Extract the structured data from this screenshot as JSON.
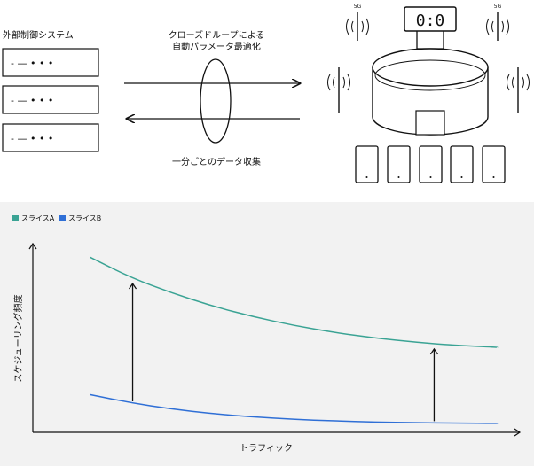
{
  "top_diagram": {
    "external_system_label": "外部制御システム",
    "rack_rows": [
      "- — • • •",
      "- — • • •",
      "- — • • •"
    ],
    "closed_loop_label_line1": "クローズドループによる",
    "closed_loop_label_line2": "自動パラメータ最適化",
    "data_collection_label": "一分ごとのデータ収集",
    "scoreboard_text": "0:0",
    "antenna_label_left": "5G",
    "antenna_label_right": "5G",
    "device_count": 5
  },
  "chart_data": {
    "type": "line",
    "xlabel": "トラフィック",
    "ylabel": "スケジューリング頻度",
    "legend_placement": "top-left",
    "grid": false,
    "x": [
      0,
      1,
      2,
      3,
      4,
      5,
      6,
      7,
      8,
      9,
      10
    ],
    "series": [
      {
        "name": "スライスA",
        "color": "#3aa394",
        "values": [
          8.6,
          7.6,
          6.85,
          6.2,
          5.68,
          5.25,
          4.9,
          4.63,
          4.42,
          4.27,
          4.17
        ]
      },
      {
        "name": "スライスB",
        "color": "#2f6fd6",
        "values": [
          1.85,
          1.45,
          1.15,
          0.92,
          0.76,
          0.64,
          0.56,
          0.5,
          0.47,
          0.45,
          0.44
        ]
      }
    ],
    "annotations": [
      {
        "type": "arrow",
        "x": 1.05,
        "from_series": "スライスB",
        "to_series": "スライスA"
      },
      {
        "type": "arrow",
        "x": 8.45,
        "from_series": "スライスB",
        "to_series": "スライスA"
      }
    ],
    "ylim": [
      0,
      10
    ],
    "xlim": [
      -1.4,
      10.4
    ]
  }
}
